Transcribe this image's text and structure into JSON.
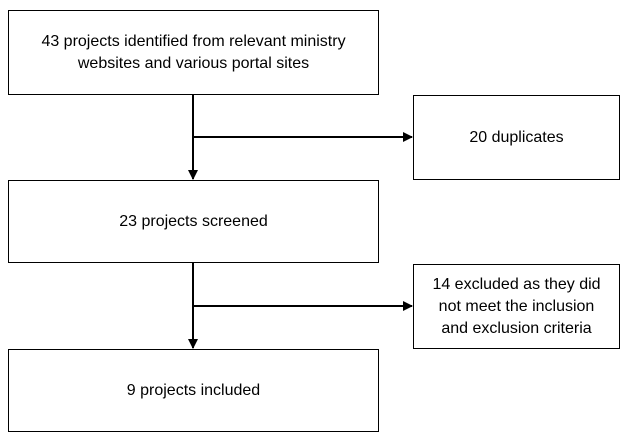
{
  "diagram": {
    "boxes": {
      "identified": "43 projects identified from relevant ministry\nwebsites and various portal sites",
      "duplicates": "20 duplicates",
      "screened": "23 projects screened",
      "excluded": "14 excluded as they did\nnot meet the inclusion\nand exclusion criteria",
      "included": "9 projects included"
    }
  }
}
